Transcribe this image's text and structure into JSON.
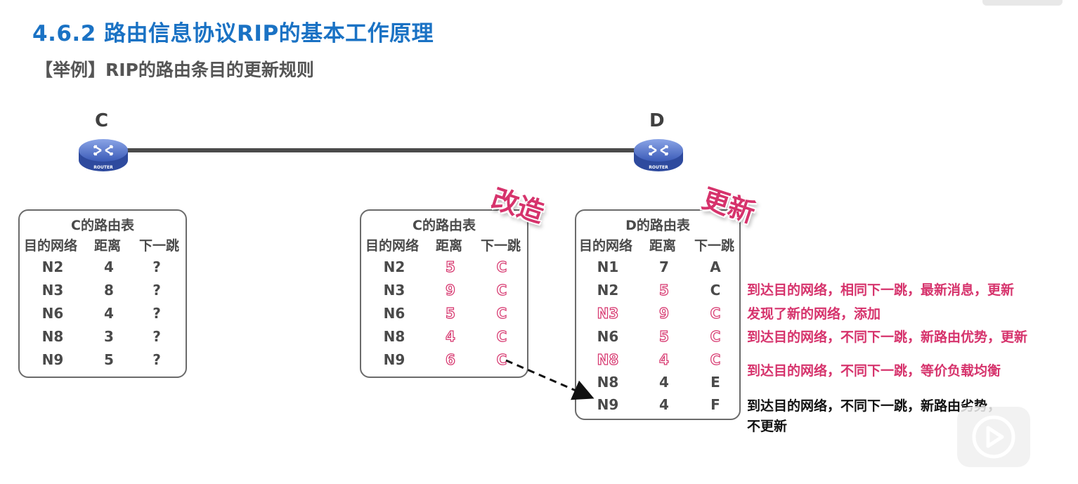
{
  "title": "4.6.2 路由信息协议RIP的基本工作原理",
  "subtitle": "【举例】RIP的路由条目的更新规则",
  "routers": [
    {
      "label": "C",
      "badge": "ROUTER"
    },
    {
      "label": "D",
      "badge": "ROUTER"
    }
  ],
  "stamps": {
    "modify": "改造",
    "update": "更新"
  },
  "tables": {
    "c_original": {
      "title": "C的路由表",
      "headers": [
        "目的网络",
        "距离",
        "下一跳"
      ],
      "rows": [
        [
          "N2",
          "4",
          "?"
        ],
        [
          "N3",
          "8",
          "?"
        ],
        [
          "N6",
          "4",
          "?"
        ],
        [
          "N8",
          "3",
          "?"
        ],
        [
          "N9",
          "5",
          "?"
        ]
      ]
    },
    "c_modified": {
      "title": "C的路由表",
      "headers": [
        "目的网络",
        "距离",
        "下一跳"
      ],
      "rows": [
        [
          "N2",
          "5",
          "C"
        ],
        [
          "N3",
          "9",
          "C"
        ],
        [
          "N6",
          "5",
          "C"
        ],
        [
          "N8",
          "4",
          "C"
        ],
        [
          "N9",
          "6",
          "C"
        ]
      ]
    },
    "d_table": {
      "title": "D的路由表",
      "headers": [
        "目的网络",
        "距离",
        "下一跳"
      ],
      "rows": [
        [
          "N1",
          "7",
          "A"
        ],
        [
          "N2",
          "5",
          "C"
        ],
        [
          "N3",
          "9",
          "C"
        ],
        [
          "N6",
          "5",
          "C"
        ],
        [
          "N8",
          "4",
          "C"
        ],
        [
          "N8",
          "4",
          "E"
        ],
        [
          "N9",
          "4",
          "F"
        ]
      ]
    }
  },
  "notes": [
    "到达目的网络，相同下一跳，最新消息，更新",
    "发现了新的网络，添加",
    "到达目的网络，不同下一跳，新路由优势，更新",
    "到达目的网络，不同下一跳，等价负载均衡",
    "到达目的网络，不同下一跳，新路由劣势，",
    "不更新"
  ],
  "colors": {
    "title": "#1a72c4",
    "accent": "#d6336c",
    "text": "#4a4a4a"
  }
}
